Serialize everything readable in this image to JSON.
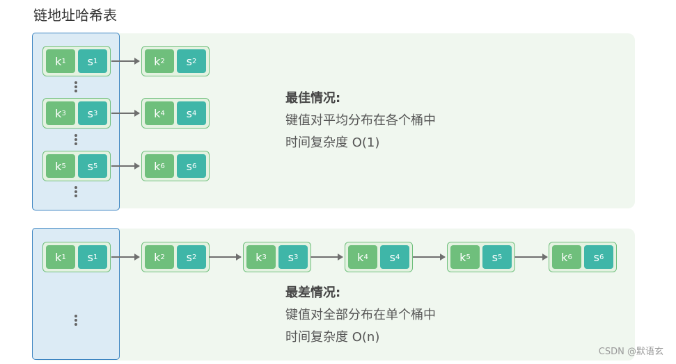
{
  "title": "链地址哈希表",
  "best": {
    "heading": "最佳情况:",
    "line1": "键值对平均分布在各个桶中",
    "line2": "时间复杂度 O(1)"
  },
  "worst": {
    "heading": "最差情况:",
    "line1": "键值对全部分布在单个桶中",
    "line2": "时间复杂度 O(n)"
  },
  "labels": {
    "k": "k",
    "s": "s"
  },
  "colors": {
    "key": "#6fbf7c",
    "value": "#3fb6a8",
    "bucket_fill": "#dcebf5",
    "bucket_border": "#3a83c1",
    "panel": "#f0f7ef"
  },
  "watermark": "CSDN @默语玄",
  "nodes_best": [
    {
      "k": "1",
      "s": "1"
    },
    {
      "k": "2",
      "s": "2"
    },
    {
      "k": "3",
      "s": "3"
    },
    {
      "k": "4",
      "s": "4"
    },
    {
      "k": "5",
      "s": "5"
    },
    {
      "k": "6",
      "s": "6"
    }
  ],
  "nodes_worst": [
    {
      "k": "1",
      "s": "1"
    },
    {
      "k": "2",
      "s": "2"
    },
    {
      "k": "3",
      "s": "3"
    },
    {
      "k": "4",
      "s": "4"
    },
    {
      "k": "5",
      "s": "5"
    },
    {
      "k": "6",
      "s": "6"
    }
  ]
}
